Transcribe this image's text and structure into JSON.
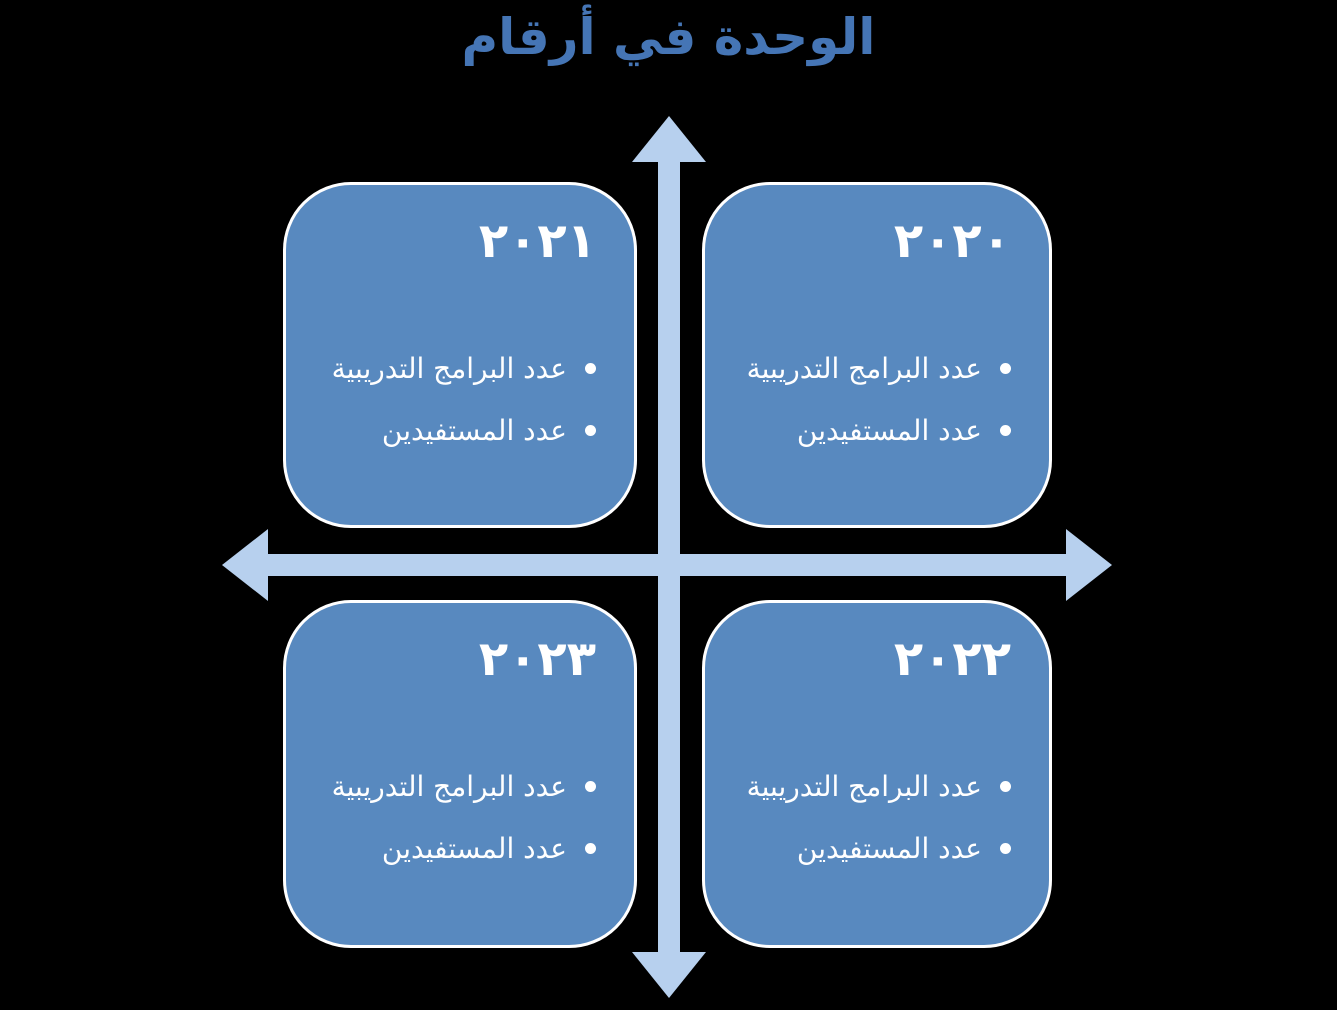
{
  "title": "الوحدة في أرقام",
  "quadrants": [
    {
      "position": "top-left",
      "year": "٢٠٢١",
      "items": [
        "عدد البرامج التدريبية",
        "عدد المستفيدين"
      ]
    },
    {
      "position": "top-right",
      "year": "٢٠٢٠",
      "items": [
        "عدد البرامج التدريبية",
        "عدد المستفيدين"
      ]
    },
    {
      "position": "bottom-left",
      "year": "٢٠٢٣",
      "items": [
        "عدد البرامج التدريبية",
        "عدد المستفيدين"
      ]
    },
    {
      "position": "bottom-right",
      "year": "٢٠٢٢",
      "items": [
        "عدد البرامج التدريبية",
        "عدد المستفيدين"
      ]
    }
  ],
  "icons": {
    "axes": "four-way-cross-arrows",
    "bullet": "bullet-dot"
  },
  "colors": {
    "background": "#000000",
    "box_fill": "#5889bf",
    "box_border": "#ffffff",
    "arrow": "#b7d0ee",
    "title_text": "#4575b5",
    "body_text": "#ffffff"
  }
}
